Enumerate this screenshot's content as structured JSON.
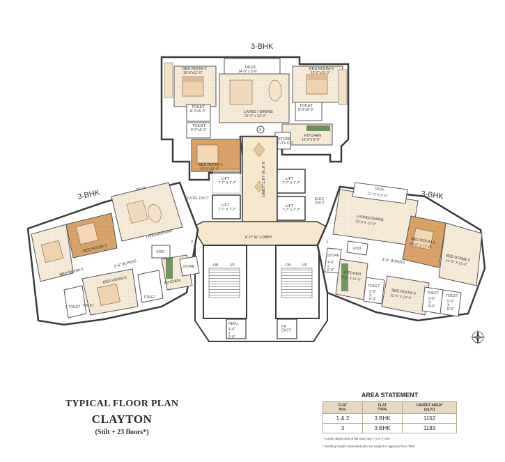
{
  "labels": {
    "bhk_top": "3-BHK",
    "bhk_left": "3-BHK",
    "bhk_right": "3-BHK"
  },
  "rooms": {
    "top_bed2": "BED ROOM-2",
    "top_bed2_dim": "10'-0\"x11'-0\"",
    "top_deck": "DECK",
    "top_deck_dim": "14'-0\" x 5'-6\"",
    "top_bed3": "BED ROOM-3",
    "top_bed3_dim": "12'-0\"x11'-0\"",
    "top_toilet_l": "TOILET",
    "top_toilet_l_dim": "8'-0\"x5'-0\"",
    "top_toilet_r": "TOILET",
    "top_toilet_r_dim": "8'-0\"x5'-0\"",
    "top_living": "LIVING / DINING",
    "top_living_dim": "21'-0\" x 13'-0\"",
    "top_toilet_c": "TOILET",
    "top_toilet_c_dim": "8'-0\"x5'-0\"",
    "top_store": "STORE",
    "top_store_dim": "5'-0\"x 6'-0\"",
    "top_kitchen": "KITCHEN",
    "top_kitchen_dim": "12'-0\"x 9'-0\"",
    "top_bed1": "BED ROOM-1",
    "top_bed1_dim": "13'-0\"x11'-0\"",
    "flat_no_3": "3",
    "wlift_lobby": "9'-0\" W. LIFT LOBBY",
    "lift_a": "LIFT",
    "lift_a_dim": "7'-7\" X 7'-7\"",
    "lift_b": "LIFT",
    "lift_b_dim": "7'-7\" X 7'-7\"",
    "lift_c": "LIFT",
    "lift_c_dim": "7'-7\" X 7'-7\"",
    "lift_d": "LIFT",
    "lift_d_dim": "7'-7\" X 7'-7\"",
    "tv_duct": "TV/TEL DUCT",
    "elec_duct": "ELEC\nDUCT",
    "lobby": "6'-0\" W. LOBBY",
    "flat_no_2": "2",
    "flat_no_1": "1",
    "left_deck": "DECK",
    "left_living": "LIVING/DINING",
    "left_wpass": "3'-6\" W.PASS",
    "left_void": "VOID",
    "left_store": "STORE",
    "left_kitchen": "KITCHEN",
    "left_bed2": "BED ROOM-2",
    "left_bed3": "BED ROOM-3",
    "left_toilet": "TOILET",
    "left_toilet2": "TOILET",
    "left_toilet3": "TOILET",
    "left_bed1": "BED ROOM-1",
    "right_deck": "DECK",
    "right_deck_dim": "11'-0\" X 5'-0\"",
    "right_living": "LIVING/DINING",
    "right_living_dim": "21'-0\"X 12'-0\"",
    "right_bed1": "BED ROOM-1",
    "right_bed1_dim": "10'-0\" X 12'-0\"",
    "right_bed2": "BED ROOM-2",
    "right_bed2_dim": "11'-6\" X 12'-0\"",
    "right_void": "VOID",
    "right_wpass": "3'-6\" W.PASS",
    "right_store": "STORE",
    "right_store_dim": "4'-6\"\nx\n6'-0\"",
    "right_kitchen": "KITCHEN",
    "right_kitchen_dim": "8'-0\" X 12'-0\"",
    "right_toilet_a": "TOILET",
    "right_toilet_a_dim": "5'-0\"\nX\n8'-0\"",
    "right_bed3": "BED ROOM-3",
    "right_bed3_dim": "11'-6\" X 13'-0\"",
    "right_toilet_b": "TOILET",
    "right_toilet_b_dim": "5'-0\"\nX\n8'-6\"",
    "right_toilet_c": "TOILET",
    "right_toilet_c_dim": "5'-0\"\nX\n8'-6\"",
    "stair_on_l": "ON",
    "stair_up_l": "UP",
    "stair_on_r": "ON",
    "stair_up_r": "UP",
    "refuge": "REFU.",
    "refuge_dim": "4'-0\"\nx\n5'-0\"",
    "ff_duct": "F.F.\nDUCT"
  },
  "title": {
    "line1": "TYPICAL FLOOR PLAN",
    "line2": "CLAYTON",
    "line3": "(Stilt + 23 floors*)"
  },
  "area_statement": {
    "heading": "AREA STATEMENT",
    "col_flat_nos": "FLAT\nNos.",
    "col_flat_type": "FLAT\nTYPE",
    "col_carpet": "CARPET AREA*\n(sq.ft.)",
    "rows": [
      {
        "flat_nos": "1 & 2",
        "flat_type": "3 BHK",
        "carpet_area": "1152"
      },
      {
        "flat_nos": "3",
        "flat_type": "3 BHK",
        "carpet_area": "1183"
      }
    ],
    "note1": "* Actual carpet area of flat may vary (+) or (-) 3%",
    "note2": "* Building height / amended plan are subject to approval from TMC"
  },
  "colors": {
    "wall": "#3a3a3a",
    "floor_wood": "#d9a46b",
    "floor_tile": "#f5ead7",
    "lobby": "#f6e7cd",
    "furniture": "#f4dcc0",
    "cream": "#faf3e6",
    "table_head": "#e6d9c3"
  }
}
